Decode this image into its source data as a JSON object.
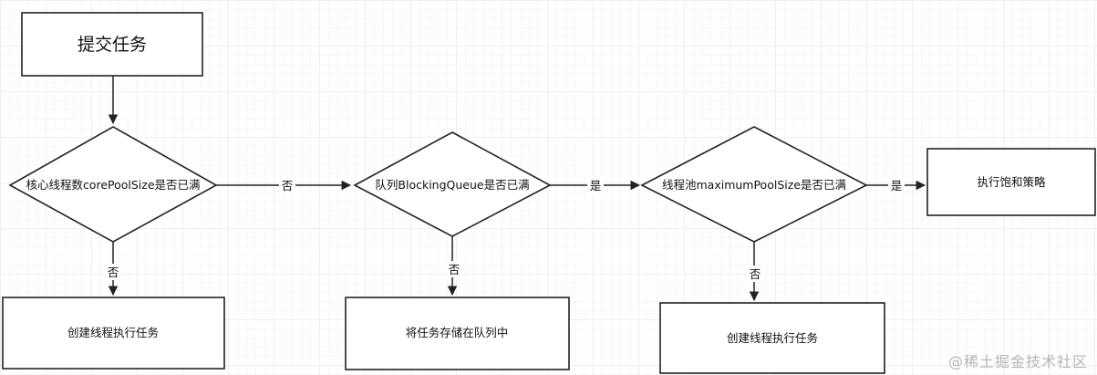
{
  "diagram": {
    "nodes": {
      "submit": "提交任务",
      "check_core": "核心线程数corePoolSize是否已满",
      "check_queue": "队列BlockingQueue是否已满",
      "check_max": "线程池maximumPoolSize是否已满",
      "reject": "执行饱和策略",
      "create_core": "创建线程执行任务",
      "enqueue": "将任务存储在队列中",
      "create_max": "创建线程执行任务"
    },
    "edges": {
      "core_to_queue": "否",
      "core_to_create": "否",
      "queue_to_max": "是",
      "queue_to_enqueue": "否",
      "max_to_reject": "是",
      "max_to_create": "否"
    }
  },
  "watermark": "@稀土掘金技术社区"
}
